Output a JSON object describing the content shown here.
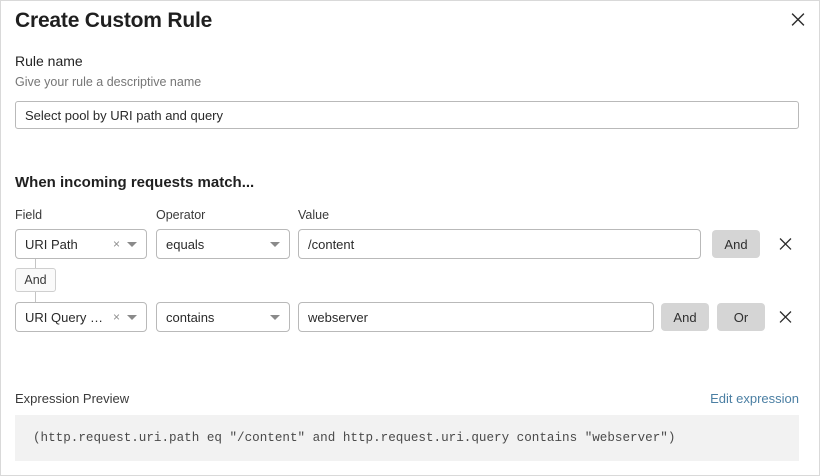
{
  "dialog": {
    "title": "Create Custom Rule",
    "close_icon": "close-icon"
  },
  "rule_name": {
    "label": "Rule name",
    "help": "Give your rule a descriptive name",
    "value": "Select pool by URI path and query",
    "placeholder": "Enter rule name"
  },
  "match": {
    "heading": "When incoming requests match...",
    "columns": {
      "field": "Field",
      "operator": "Operator",
      "value": "Value"
    },
    "connector": {
      "label": "And"
    },
    "rows": [
      {
        "field": "URI Path",
        "field_clear": "×",
        "operator": "equals",
        "value": "/content",
        "value_placeholder": "Enter value",
        "buttons": [
          "And"
        ],
        "remove": "remove-condition"
      },
      {
        "field": "URI Query St...",
        "field_clear": "×",
        "operator": "contains",
        "value": "webserver",
        "value_placeholder": "Enter value",
        "buttons": [
          "And",
          "Or"
        ],
        "remove": "remove-condition"
      }
    ]
  },
  "expression": {
    "label": "Expression Preview",
    "edit_link": "Edit expression",
    "code": "(http.request.uri.path eq \"/content\" and http.request.uri.query contains \"webserver\")"
  },
  "colors": {
    "link": "#4b7fa3",
    "button_bg": "#d5d5d5",
    "code_bg": "#f2f2f2",
    "border": "#b9b9b9"
  }
}
